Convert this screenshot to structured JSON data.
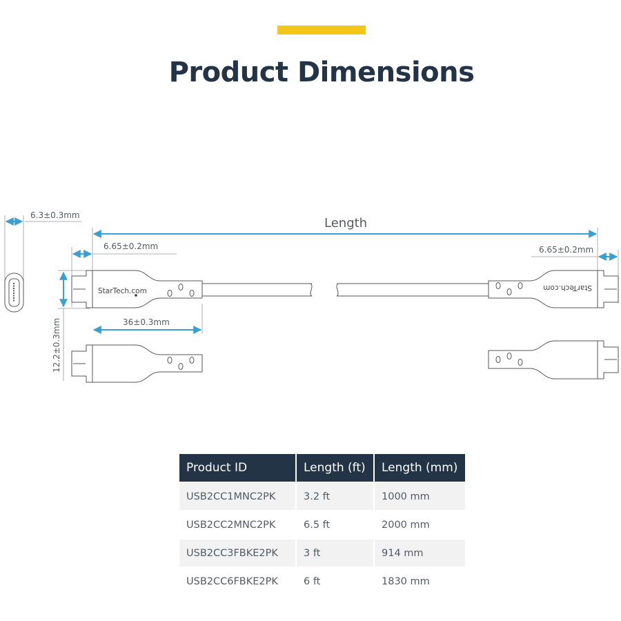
{
  "header": {
    "title": "Product Dimensions"
  },
  "colors": {
    "accent": "#f5c518",
    "dimension_arrow": "#3a9fd1",
    "table_header": "#233447"
  },
  "diagram": {
    "connector_thickness": "6.3±0.3mm",
    "overall_length": "Length",
    "tip_length_left": "6.65±0.2mm",
    "tip_length_right": "6.65±0.2mm",
    "housing_length": "36±0.3mm",
    "housing_width": "12.2±0.3mm",
    "brand_left": "StarTech.com",
    "brand_right": "StarTech.com"
  },
  "table": {
    "headers": [
      "Product ID",
      "Length (ft)",
      "Length (mm)"
    ],
    "rows": [
      [
        "USB2CC1MNC2PK",
        "3.2 ft",
        "1000 mm"
      ],
      [
        "USB2CC2MNC2PK",
        "6.5 ft",
        "2000 mm"
      ],
      [
        "USB2CC3FBKE2PK",
        "3 ft",
        "914 mm"
      ],
      [
        "USB2CC6FBKE2PK",
        "6 ft",
        "1830 mm"
      ]
    ]
  }
}
